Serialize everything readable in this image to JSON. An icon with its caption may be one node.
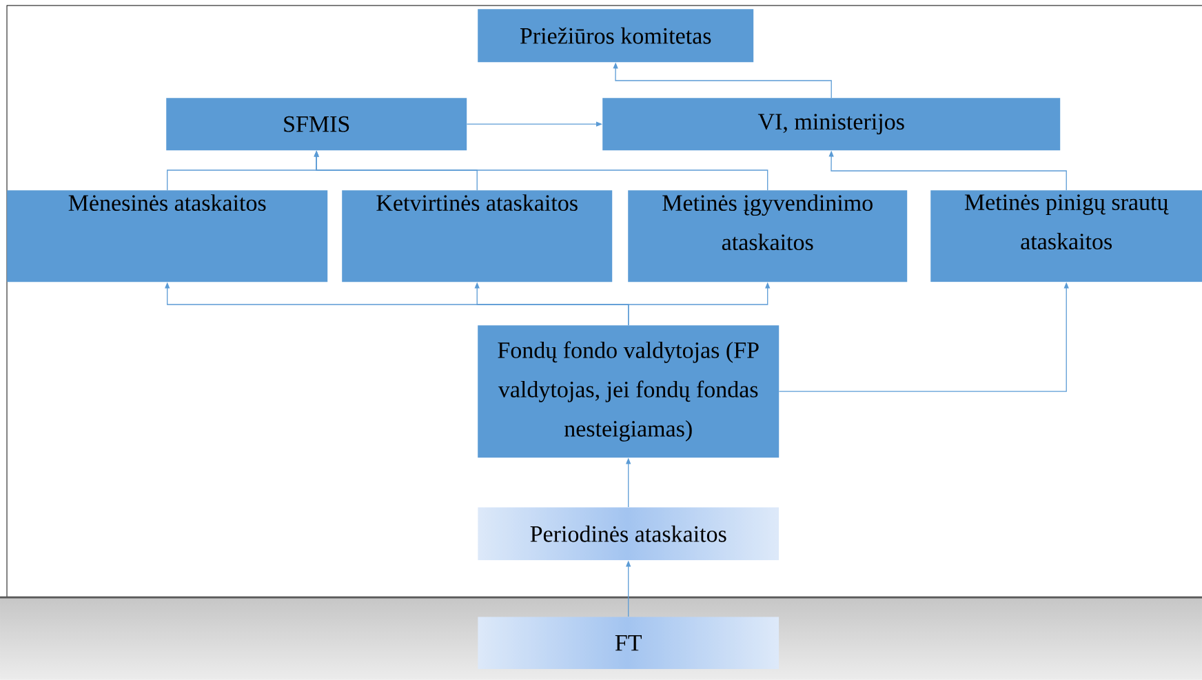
{
  "diagram": {
    "nodes": [
      {
        "text": [
          "Priežiūros komitetas"
        ]
      },
      {
        "text": [
          "SFMIS"
        ]
      },
      {
        "text": [
          "VI, ministerijos"
        ]
      },
      {
        "text": [
          "Mėnesinės ataskaitos"
        ]
      },
      {
        "text": [
          "Ketvirtinės ataskaitos"
        ]
      },
      {
        "text": [
          "Metinės įgyvendinimo ataskaitos"
        ]
      },
      {
        "text": [
          "Metinės pinigų srautų ataskaitos"
        ]
      },
      {
        "text": [
          "Fondų fondo valdytojas (FP valdytojas, jei fondų fondas nesteigiamas)"
        ]
      },
      {
        "text": [
          "Periodinės ataskaitos"
        ]
      },
      {
        "text": [
          "FT"
        ]
      }
    ],
    "edges": [
      {
        "from": 2,
        "to": 0,
        "arrow": "to"
      },
      {
        "from": 1,
        "to": 2,
        "arrow": "to"
      },
      {
        "from": 3,
        "to": 1,
        "arrow": "to"
      },
      {
        "from": 4,
        "to": 1,
        "arrow": "to"
      },
      {
        "from": 5,
        "to": 1,
        "arrow": "to"
      },
      {
        "from": 6,
        "to": 2,
        "arrow": "to"
      },
      {
        "from": 7,
        "to": 3,
        "arrow": "to"
      },
      {
        "from": 7,
        "to": 4,
        "arrow": "to"
      },
      {
        "from": 7,
        "to": 5,
        "arrow": "to"
      },
      {
        "from": 7,
        "to": 6,
        "arrow": "to"
      },
      {
        "from": 8,
        "to": 7,
        "arrow": "to"
      },
      {
        "from": 9,
        "to": 8,
        "arrow": "to"
      }
    ]
  }
}
